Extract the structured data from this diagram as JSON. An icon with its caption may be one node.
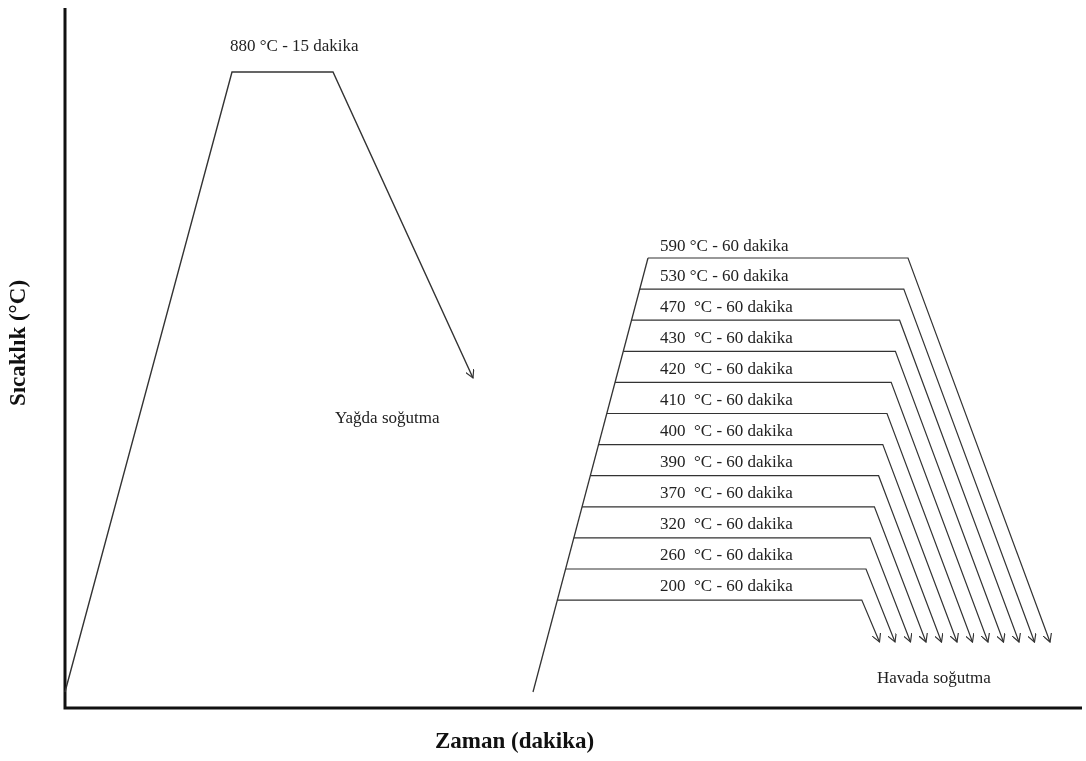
{
  "diagram": {
    "labels": [
      "880 °C - 15 dakika",
      "Sıcaklık (°C)",
      "590 °C - 60 dakika",
      "530 °C - 60 dakika",
      "470  °C - 60 dakika",
      "430  °C - 60 dakika",
      "420  °C - 60 dakika",
      "410  °C - 60 dakika",
      "Yağda soğutma",
      "400  °C - 60 dakika",
      "390  °C - 60 dakika",
      "370  °C - 60 dakika",
      "320  °C - 60 dakika",
      "260  °C - 60 dakika",
      "200  °C - 60 dakika",
      "Havada soğutma",
      "Zaman (dakika)"
    ]
  }
}
